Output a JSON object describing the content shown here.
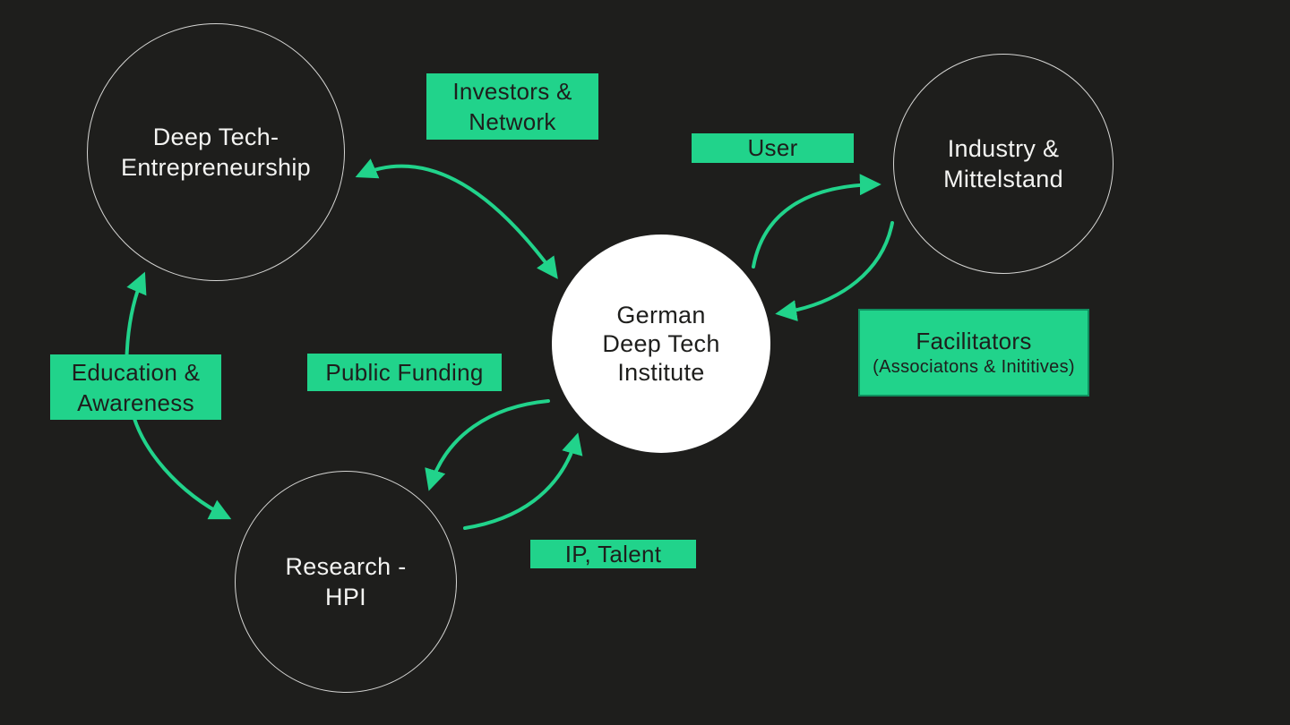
{
  "diagram": {
    "colors": {
      "background": "#1e1e1c",
      "accent_green": "#21d38b",
      "node_outline": "#d6d6d4",
      "center_node_fill": "#ffffff",
      "text_light": "#f4f4f2",
      "text_dark": "#1e1e1c",
      "facilitators_border": "#0f8f5f"
    },
    "nodes": {
      "deep_tech": {
        "line1": "Deep Tech-",
        "line2": "Entrepreneurship"
      },
      "industry": {
        "line1": "Industry &",
        "line2": "Mittelstand"
      },
      "research": {
        "line1": "Research -",
        "line2": "HPI"
      },
      "institute": {
        "line1": "German",
        "line2": "Deep Tech",
        "line3": "Institute"
      }
    },
    "labels": {
      "investors": {
        "line1": "Investors &",
        "line2": "Network"
      },
      "user": {
        "text": "User"
      },
      "education": {
        "line1": "Education &",
        "line2": "Awareness"
      },
      "public_funding": {
        "text": "Public Funding"
      },
      "facilitators": {
        "line1": "Facilitators",
        "line2": "(Associatons & Inititives)"
      },
      "ip_talent": {
        "text": "IP, Talent"
      }
    },
    "edges": [
      {
        "from": "Deep Tech-Entrepreneurship",
        "to": "German Deep Tech Institute",
        "label": "Investors & Network",
        "direction": "both"
      },
      {
        "from": "German Deep Tech Institute",
        "to": "Industry & Mittelstand",
        "label": "User",
        "direction": "one-way"
      },
      {
        "from": "Industry & Mittelstand",
        "to": "German Deep Tech Institute",
        "label": "Facilitators (Associatons & Inititives)",
        "direction": "one-way"
      },
      {
        "from": "German Deep Tech Institute",
        "to": "Research - HPI",
        "label": "Public Funding",
        "direction": "one-way"
      },
      {
        "from": "Research - HPI",
        "to": "German Deep Tech Institute",
        "label": "IP, Talent",
        "direction": "one-way"
      },
      {
        "from": "Research - HPI",
        "to": "Deep Tech-Entrepreneurship",
        "label": "Education & Awareness",
        "direction": "both"
      }
    ]
  }
}
